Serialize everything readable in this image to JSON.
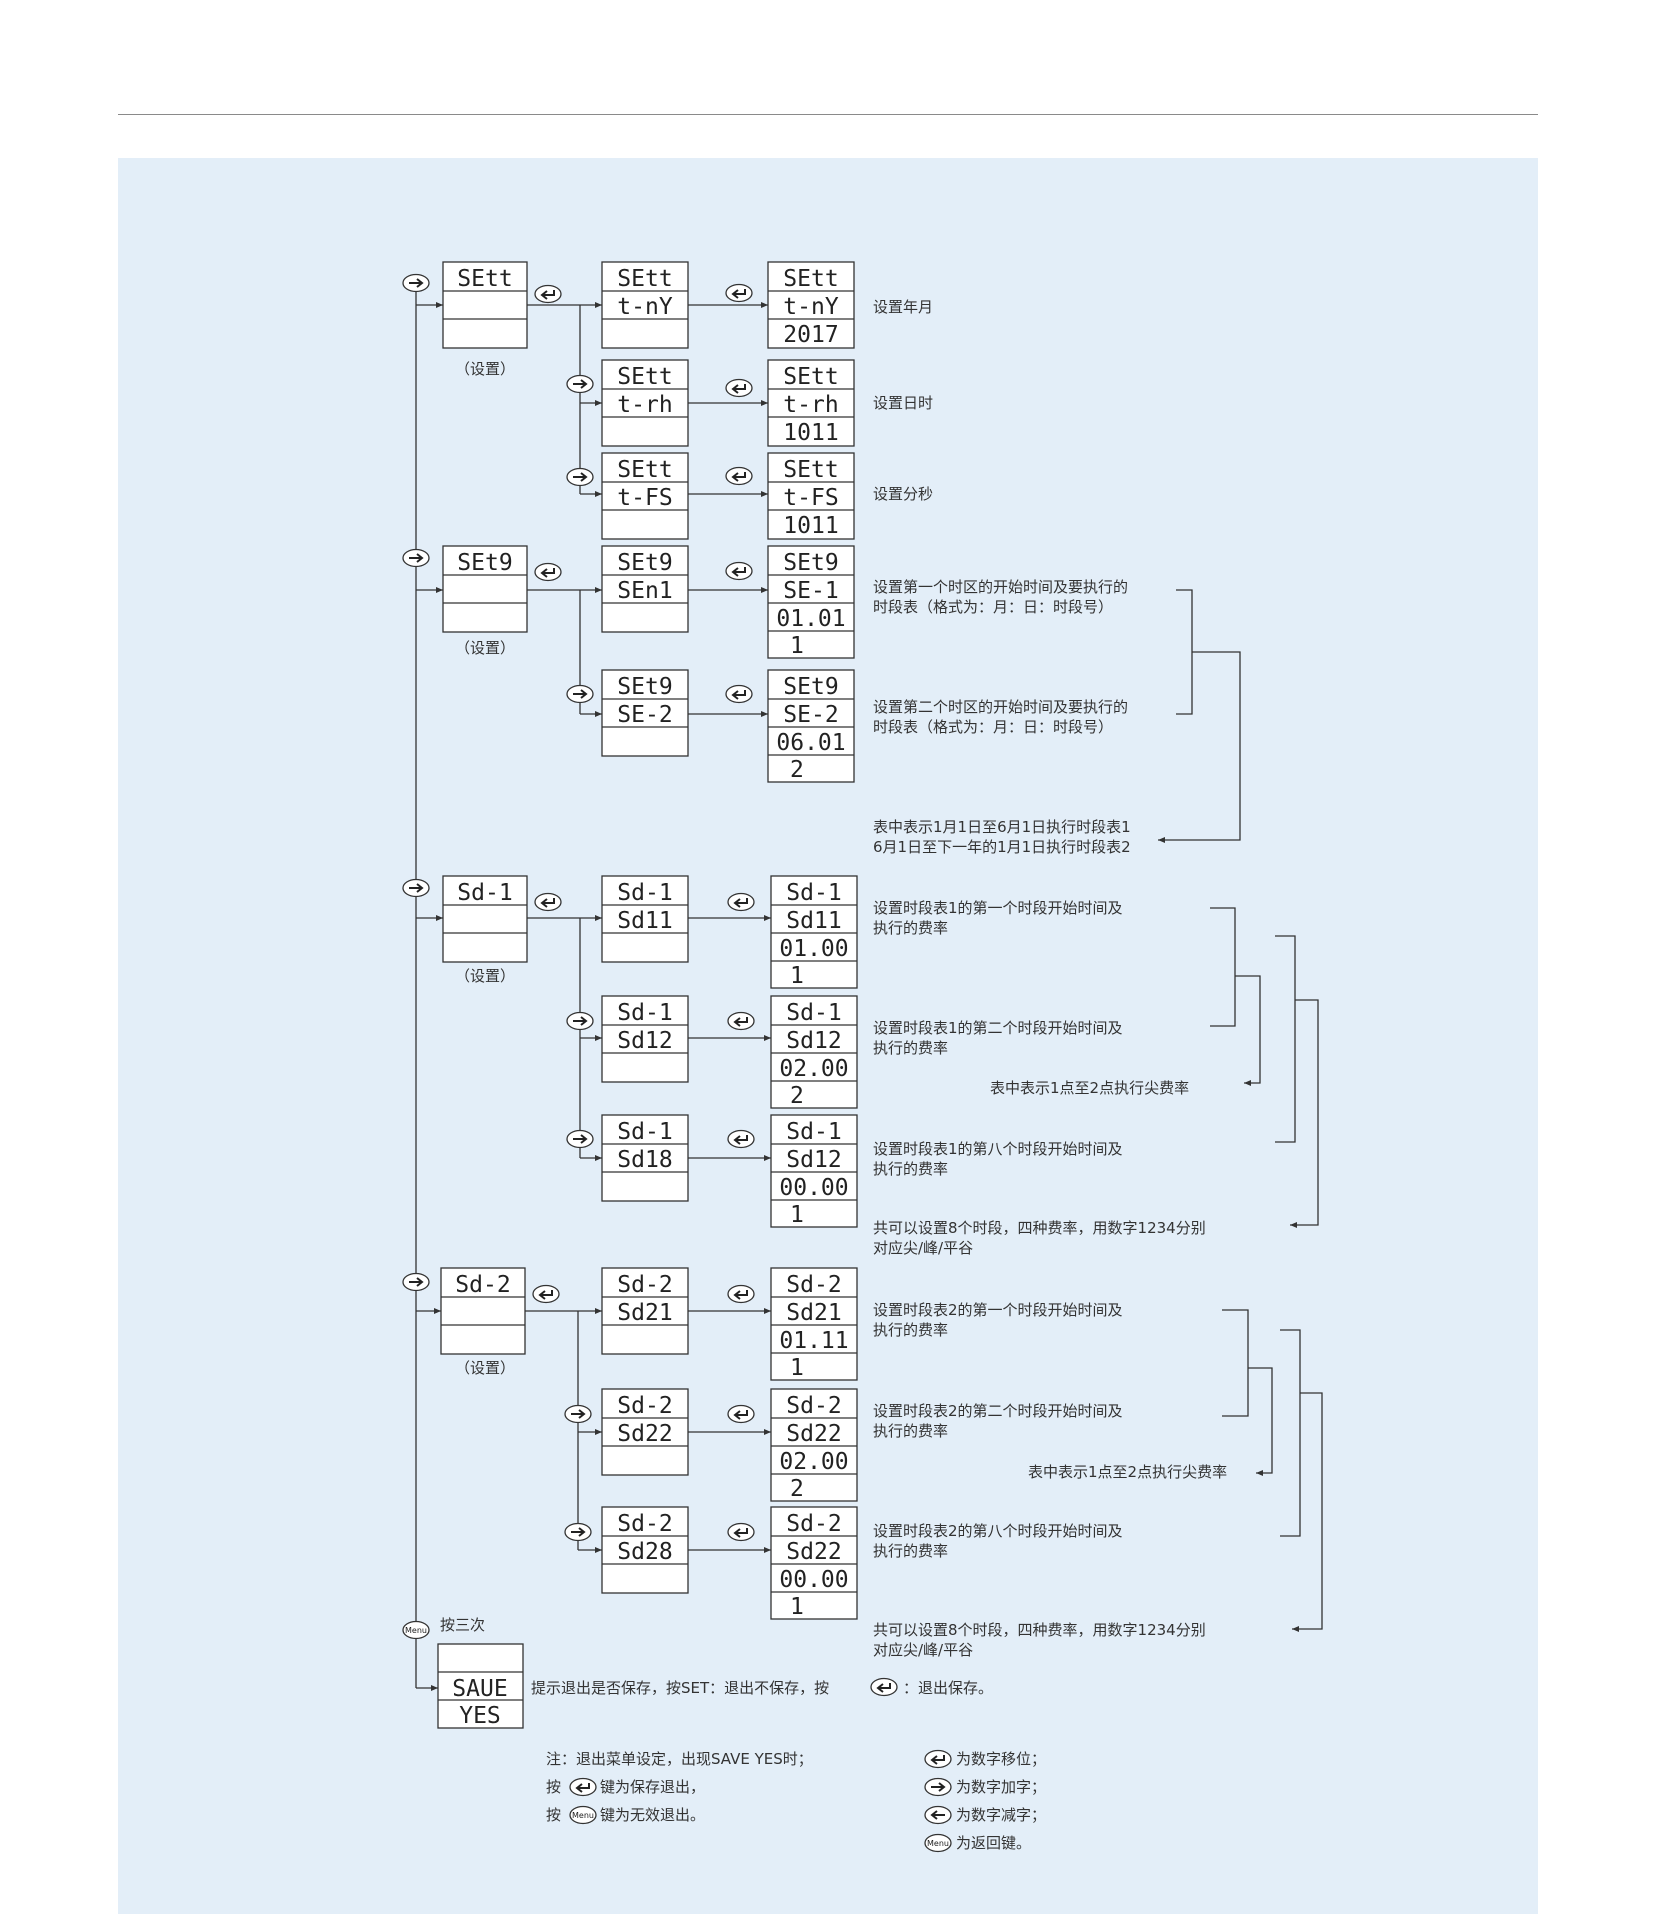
{
  "screens": {
    "sett_root": {
      "r1": "SEtt",
      "r2": "",
      "caption": "（设置）"
    },
    "sett_ny": {
      "r1": "SEtt",
      "r2": "t-nY"
    },
    "sett_ny_v": {
      "r1": "SEtt",
      "r2": "t-nY",
      "r3": "2017"
    },
    "sett_rh": {
      "r1": "SEtt",
      "r2": "t-rh"
    },
    "sett_rh_v": {
      "r1": "SEtt",
      "r2": "t-rh",
      "r3": "1011"
    },
    "sett_fs": {
      "r1": "SEtt",
      "r2": "t-FS"
    },
    "sett_fs_v": {
      "r1": "SEtt",
      "r2": "t-FS",
      "r3": "1011"
    },
    "setq_root": {
      "r1": "SEt9",
      "r2": "",
      "caption": "（设置）"
    },
    "setq_1": {
      "r1": "SEt9",
      "r2": "SEn1"
    },
    "setq_1_v": {
      "r1": "SEt9",
      "r2": "SE-1",
      "r3": "01.01",
      "r4": "1"
    },
    "setq_2": {
      "r1": "SEt9",
      "r2": "SE-2"
    },
    "setq_2_v": {
      "r1": "SEt9",
      "r2": "SE-2",
      "r3": "06.01",
      "r4": "2"
    },
    "sd1_root": {
      "r1": "Sd-1",
      "r2": "",
      "caption": "（设置）"
    },
    "sd1_1": {
      "r1": "Sd-1",
      "r2": "Sd11"
    },
    "sd1_1_v": {
      "r1": "Sd-1",
      "r2": "Sd11",
      "r3": "01.00",
      "r4": "1"
    },
    "sd1_2": {
      "r1": "Sd-1",
      "r2": "Sd12"
    },
    "sd1_2_v": {
      "r1": "Sd-1",
      "r2": "Sd12",
      "r3": "02.00",
      "r4": "2"
    },
    "sd1_8": {
      "r1": "Sd-1",
      "r2": "Sd18"
    },
    "sd1_8_v": {
      "r1": "Sd-1",
      "r2": "Sd12",
      "r3": "00.00",
      "r4": "1"
    },
    "sd2_root": {
      "r1": "Sd-2",
      "r2": "",
      "caption": "（设置）"
    },
    "sd2_1": {
      "r1": "Sd-2",
      "r2": "Sd21"
    },
    "sd2_1_v": {
      "r1": "Sd-2",
      "r2": "Sd21",
      "r3": "01.11",
      "r4": "1"
    },
    "sd2_2": {
      "r1": "Sd-2",
      "r2": "Sd22"
    },
    "sd2_2_v": {
      "r1": "Sd-2",
      "r2": "Sd22",
      "r3": "02.00",
      "r4": "2"
    },
    "sd2_8": {
      "r1": "Sd-2",
      "r2": "Sd28"
    },
    "sd2_8_v": {
      "r1": "Sd-2",
      "r2": "Sd22",
      "r3": "00.00",
      "r4": "1"
    },
    "save": {
      "r1": "SAUE",
      "r2": "YES"
    }
  },
  "descriptions": {
    "set_ny": "设置年月",
    "set_rh": "设置日时",
    "set_fs": "设置分秒",
    "zone1_l1": "设置第一个时区的开始时间及要执行的",
    "zone1_l2": "时段表（格式为：月：日：时段号）",
    "zone2_l1": "设置第二个时区的开始时间及要执行的",
    "zone2_l2": "时段表（格式为：月：日：时段号）",
    "zone_note_l1": "表中表示1月1日至6月1日执行时段表1",
    "zone_note_l2": "6月1日至下一年的1月1日执行时段表2",
    "sd1_1_l1": "设置时段表1的第一个时段开始时间及",
    "sd1_1_l2": "执行的费率",
    "sd1_2_l1": "设置时段表1的第二个时段开始时间及",
    "sd1_2_l2": "执行的费率",
    "sd1_note": "表中表示1点至2点执行尖费率",
    "sd1_8_l1": "设置时段表1的第八个时段开始时间及",
    "sd1_8_l2": "执行的费率",
    "sd1_total_l1": "共可以设置8个时段，四种费率，用数字1234分别",
    "sd1_total_l2": "对应尖/峰/平谷",
    "sd2_1_l1": "设置时段表2的第一个时段开始时间及",
    "sd2_1_l2": "执行的费率",
    "sd2_2_l1": "设置时段表2的第二个时段开始时间及",
    "sd2_2_l2": "执行的费率",
    "sd2_note": "表中表示1点至2点执行尖费率",
    "sd2_8_l1": "设置时段表2的第八个时段开始时间及",
    "sd2_8_l2": "执行的费率",
    "sd2_total_l1": "共可以设置8个时段，四种费率，用数字1234分别",
    "sd2_total_l2": "对应尖/峰/平谷"
  },
  "menu_press": "按三次",
  "save_prompt_a": "提示退出是否保存，按SET：退出不保存，按",
  "save_prompt_b": "：退出保存。",
  "notes": {
    "n1": "注：退出菜单设定，出现SAVE YES时；",
    "n2_a": "按",
    "n2_b": "键为保存退出，",
    "n3_a": "按",
    "n3_b": "键为无效退出。"
  },
  "legend": {
    "enter": "为数字移位；",
    "right": "为数字加字；",
    "left": "为数字减字；",
    "menu": "为返回键。"
  },
  "icons": {
    "right_button": "right-arrow-button-icon",
    "left_button": "left-arrow-button-icon",
    "enter_button": "enter-button-icon",
    "menu_button": "menu-button-icon"
  },
  "menu_glyph": "Menu",
  "colors": {
    "panel": "#e3eef8",
    "line": "#333333",
    "rule": "#8a8a8a"
  }
}
